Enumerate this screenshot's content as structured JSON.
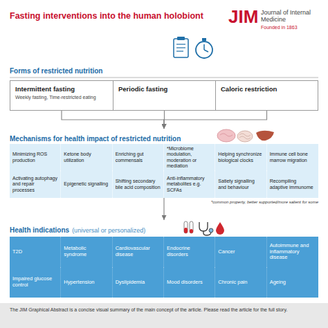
{
  "diagram": {
    "title": "Fasting interventions into the human holobiont",
    "caption": "The JIM Graphical Abstract is a concise visual summary of the main concept of the article. Please read the article for the full story.",
    "nodes": [
      {
        "text": [
          "Intermittent fasting",
          "Weekly fasting, Time-restricted eating"
        ]
      },
      {
        "text": [
          "Periodic fasting"
        ]
      },
      {
        "text": [
          "Caloric restriction"
        ]
      },
      {
        "text": [
          "Mechanisms for health impact of restricted nutrition"
        ]
      },
      {
        "text": [
          "Minimizing ROS production"
        ],
        "in": 3
      },
      {
        "text": [
          "Ketone body utilization"
        ],
        "in": 3
      },
      {
        "text": [
          "Enriching gut commensals"
        ],
        "in": 3
      },
      {
        "text": [
          "*Microbiome modulation, moderation or mediation"
        ],
        "in": 3
      },
      {
        "text": [
          "Helping synchronize biological clocks"
        ],
        "in": 3
      },
      {
        "text": [
          "Immune cell bone marrow migration"
        ],
        "in": 3
      },
      {
        "text": [
          "Activating autophagy and repair processes"
        ],
        "in": 3
      },
      {
        "text": [
          "Epigenetic signalling"
        ],
        "in": 3
      },
      {
        "text": [
          "Shifting secondary bile acid composition"
        ],
        "in": 3
      },
      {
        "text": [
          "Anti-inflammatory metabolites e.g. SCFAs"
        ],
        "in": 3
      },
      {
        "text": [
          "Satiety signalling and behaviour"
        ],
        "in": 3
      },
      {
        "text": [
          "Recompiling adaptive immunome"
        ],
        "in": 3
      },
      {
        "text": [
          "Health indications",
          "(universal or personalized)"
        ]
      },
      {
        "text": [
          "T2D"
        ],
        "in": 16
      },
      {
        "text": [
          "Metabolic syndrome"
        ],
        "in": 16
      },
      {
        "text": [
          "Cardiovascular disease"
        ],
        "in": 16
      },
      {
        "text": [
          "Endocrine disorders"
        ],
        "in": 16
      },
      {
        "text": [
          "Cancer"
        ],
        "in": 16
      },
      {
        "text": [
          "Autoimmune and inflammatory disease"
        ],
        "in": 16
      },
      {
        "text": [
          "Impaired glucose control"
        ],
        "in": 16
      },
      {
        "text": [
          "Hypertension"
        ],
        "in": 16
      },
      {
        "text": [
          "Dyslipidemia"
        ],
        "in": 16
      },
      {
        "text": [
          "Mood disorders"
        ],
        "in": 16
      },
      {
        "text": [
          "Chronic pain"
        ],
        "in": 16
      },
      {
        "text": [
          "Ageing"
        ],
        "in": 16
      }
    ],
    "edges": [
      {
        "from": 0,
        "to": 3,
        "arrow": "to"
      },
      {
        "from": 1,
        "to": 3,
        "arrow": "to"
      },
      {
        "from": 2,
        "to": 3,
        "arrow": "to"
      },
      {
        "from": 3,
        "to": 16,
        "arrow": "to"
      }
    ],
    "labels": [
      "JIM",
      "Journal of Internal Medicine",
      "Founded in 1863",
      "Forms of restricted nutrition",
      "*common property, better supported/more salient for some"
    ]
  }
}
